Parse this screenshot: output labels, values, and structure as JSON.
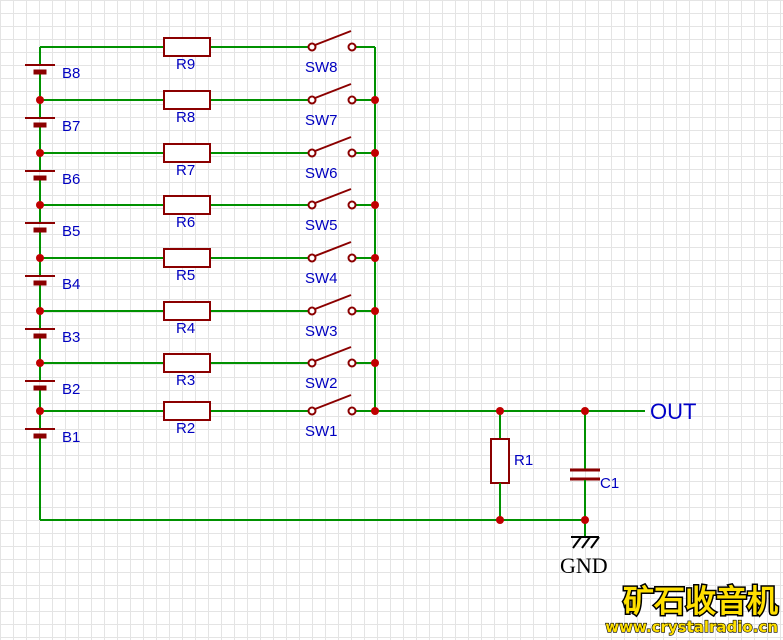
{
  "diagram": {
    "type": "circuit-schematic",
    "rows": [
      {
        "battery": "B8",
        "resistor": "R9",
        "switch": "SW8"
      },
      {
        "battery": "B7",
        "resistor": "R8",
        "switch": "SW7"
      },
      {
        "battery": "B6",
        "resistor": "R7",
        "switch": "SW6"
      },
      {
        "battery": "B5",
        "resistor": "R6",
        "switch": "SW5"
      },
      {
        "battery": "B4",
        "resistor": "R5",
        "switch": "SW4"
      },
      {
        "battery": "B3",
        "resistor": "R4",
        "switch": "SW3"
      },
      {
        "battery": "B2",
        "resistor": "R3",
        "switch": "SW2"
      },
      {
        "battery": "B1",
        "resistor": "R2",
        "switch": "SW1"
      }
    ],
    "output": {
      "out_label": "OUT",
      "load_resistor": "R1",
      "capacitor": "C1",
      "ground_label": "GND"
    }
  },
  "watermark": {
    "title": "矿石收音机",
    "url": "www.crystalradio.cn"
  },
  "colors": {
    "wire": "#009100",
    "component": "#8B0000",
    "junction": "#C00000",
    "label": "#0000C0",
    "out_label": "#0000C8",
    "ground": "#000000",
    "watermark_fill": "#FFE000",
    "watermark_stroke": "#000000",
    "grid": "#E4E4E4",
    "background": "#FFFFFF"
  }
}
